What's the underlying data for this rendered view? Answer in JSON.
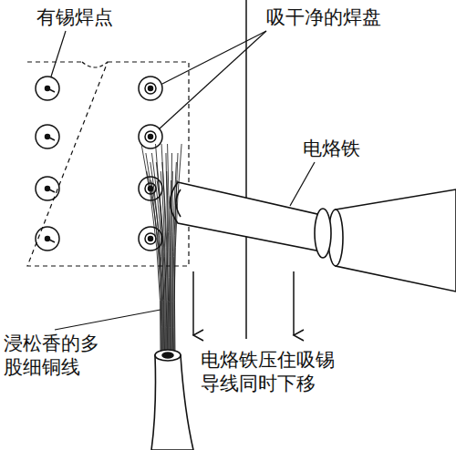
{
  "diagram": {
    "labels": [
      "有锡焊点",
      "吸干净的焊盘",
      "电烙铁",
      "浸松香的多 股细铜线",
      "电烙铁压住吸锡 导线同时下移"
    ]
  }
}
